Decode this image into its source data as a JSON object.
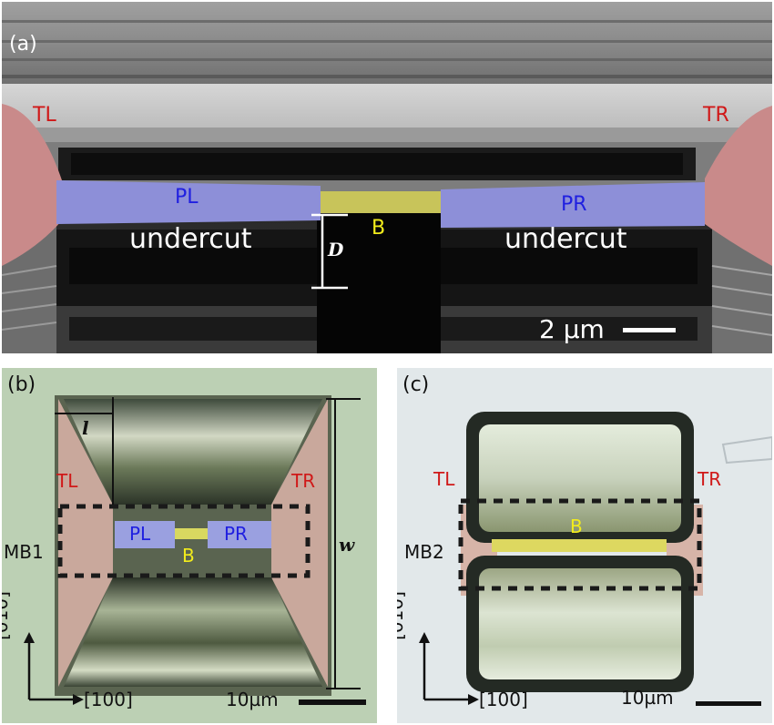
{
  "panel_a": {
    "letter": "(a)",
    "labels": {
      "tl": "TL",
      "tr": "TR",
      "pl": "PL",
      "pr": "PR",
      "b": "B",
      "undercut_left": "undercut",
      "undercut_right": "undercut",
      "d": "D"
    },
    "scale_bar": "2 µm"
  },
  "panel_b": {
    "letter": "(b)",
    "labels": {
      "l": "l",
      "w": "w",
      "tl": "TL",
      "tr": "TR",
      "pl": "PL",
      "pr": "PR",
      "b": "B",
      "mb": "MB1"
    },
    "axis_y": "[010]",
    "axis_x": "[100]",
    "scale_bar": "10µm"
  },
  "panel_c": {
    "letter": "(c)",
    "labels": {
      "tl": "TL",
      "tr": "TR",
      "b": "B",
      "mb": "MB2"
    },
    "axis_y": "[010]",
    "axis_x": "[100]",
    "scale_bar": "10µm"
  },
  "colors": {
    "pad_red": "#c98a8a",
    "arm_blue": "#8d8fd8",
    "bridge_yellow": "#c8c45a",
    "label_red": "#d01818",
    "label_blue": "#2020e0",
    "label_yellow": "#f2ec1c"
  }
}
